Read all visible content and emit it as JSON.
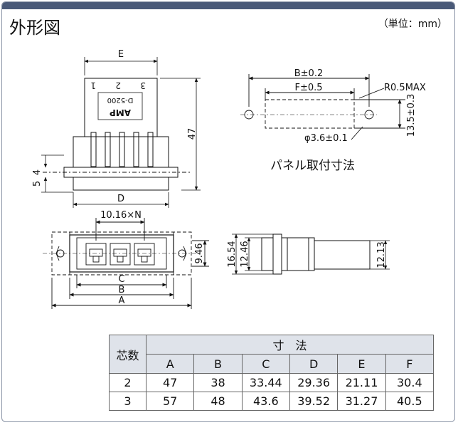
{
  "header": {
    "title": "外形図",
    "unit": "（単位：mm）"
  },
  "connector": {
    "pin_labels": [
      "1",
      "2",
      "3"
    ],
    "part_number": "D-5200",
    "brand": "AMP"
  },
  "front_view": {
    "dim_E": "E",
    "dim_D": "D",
    "dim_47": "47",
    "dim_5": "5",
    "dim_4": "4"
  },
  "panel_cutout": {
    "dim_B": "B±0.2",
    "dim_F": "F±0.5",
    "radius": "R0.5MAX",
    "height": "13.5±0.3",
    "hole": "φ3.6±0.1",
    "caption": "パネル取付寸法"
  },
  "top_view": {
    "pitch": "10.16×N",
    "dim_C": "C",
    "dim_B": "B",
    "dim_A": "A",
    "dim_946": "9.46"
  },
  "side_view": {
    "dim_1654": "16.54",
    "dim_1246": "12.46",
    "dim_1213": "12.13"
  },
  "table": {
    "row_header": "芯数",
    "group_header": "寸　法",
    "columns": [
      "A",
      "B",
      "C",
      "D",
      "E",
      "F"
    ],
    "rows": [
      {
        "cores": "2",
        "values": [
          "47",
          "38",
          "33.44",
          "29.36",
          "21.11",
          "30.4"
        ]
      },
      {
        "cores": "3",
        "values": [
          "57",
          "48",
          "43.6",
          "39.52",
          "31.27",
          "40.5"
        ]
      }
    ]
  }
}
